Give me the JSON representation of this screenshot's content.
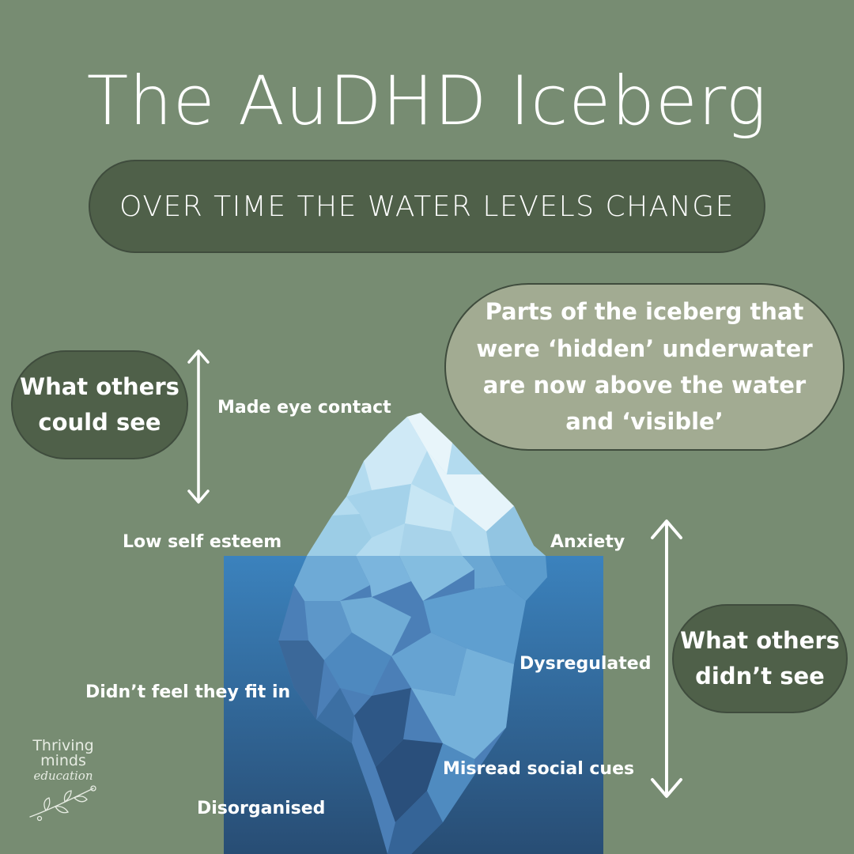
{
  "title": "The AuDHD Iceberg",
  "subtitle": "OVER TIME THE WATER LEVELS CHANGE",
  "callouts": {
    "visible": [
      "What others",
      "could see"
    ],
    "hidden": [
      "What others",
      "didn’t see"
    ],
    "change": [
      "Parts of the iceberg that",
      "were ‘hidden’ underwater",
      "are now above the water",
      "and ‘visible’"
    ]
  },
  "labels": {
    "eye_contact": "Made eye contact",
    "low_self_esteem": "Low self esteem",
    "anxiety": "Anxiety",
    "dysregulated": "Dysregulated",
    "fit_in": "Didn’t feel they fit in",
    "social_cues": "Misread social cues",
    "disorganised": "Disorganised"
  },
  "logo": [
    "Thriving",
    "minds",
    "education"
  ],
  "colors": {
    "background": "#778c72",
    "pill_dark": "#4f6049",
    "pill_light": "#a2ab92",
    "water_top": "#3b82bd",
    "water_bottom": "#284d74",
    "ice_light": "#d9eff8"
  }
}
